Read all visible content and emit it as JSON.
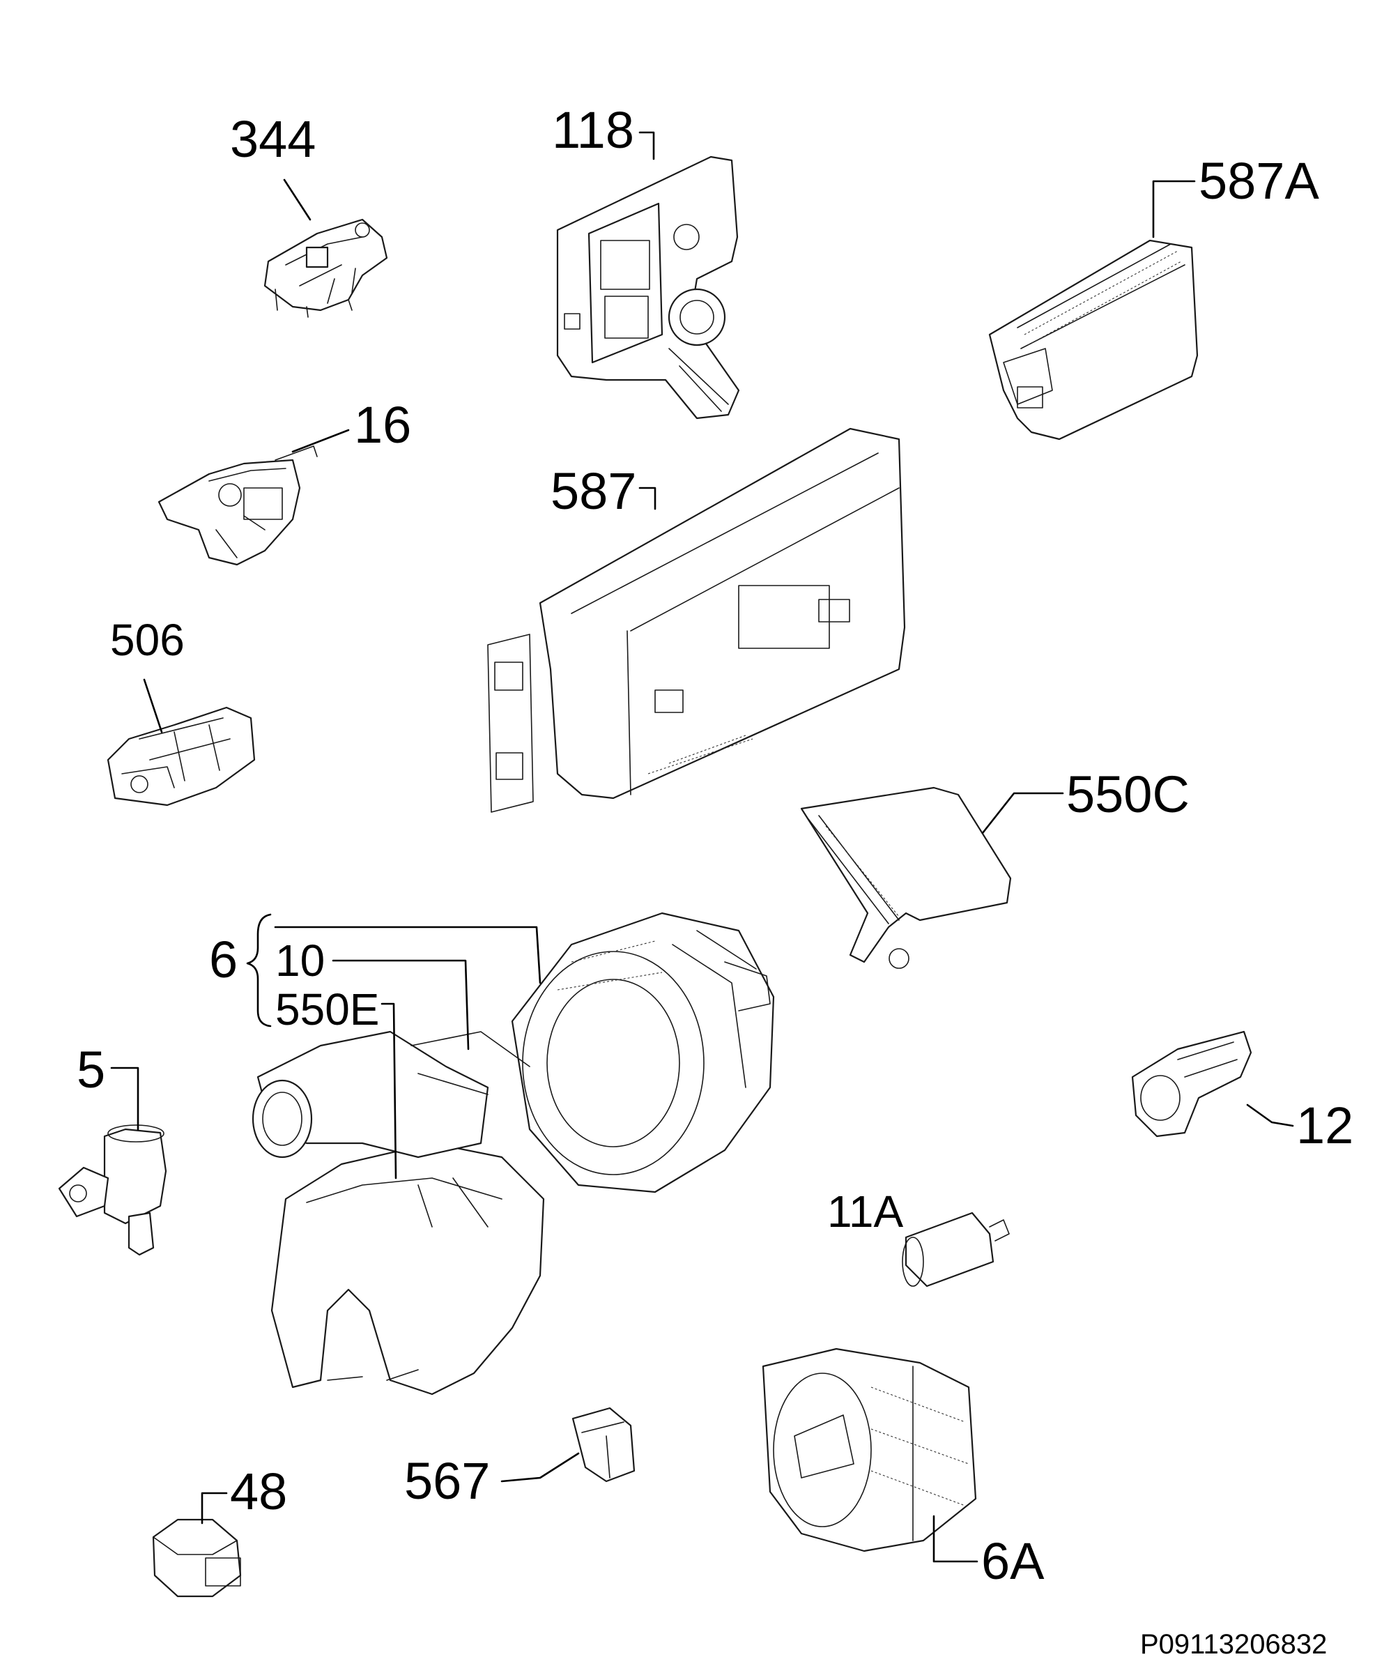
{
  "callouts": {
    "c344": "344",
    "c118": "118",
    "c587A": "587A",
    "c16": "16",
    "c587": "587",
    "c506": "506",
    "c550C": "550C",
    "c6": "6",
    "c10": "10",
    "c550E": "550E",
    "c5": "5",
    "c12": "12",
    "c11A": "11A",
    "c567": "567",
    "c48": "48",
    "c6A": "6A"
  },
  "reference_code": "P09113206832",
  "colors": {
    "line": "#1a1a1a",
    "background": "#ffffff"
  }
}
